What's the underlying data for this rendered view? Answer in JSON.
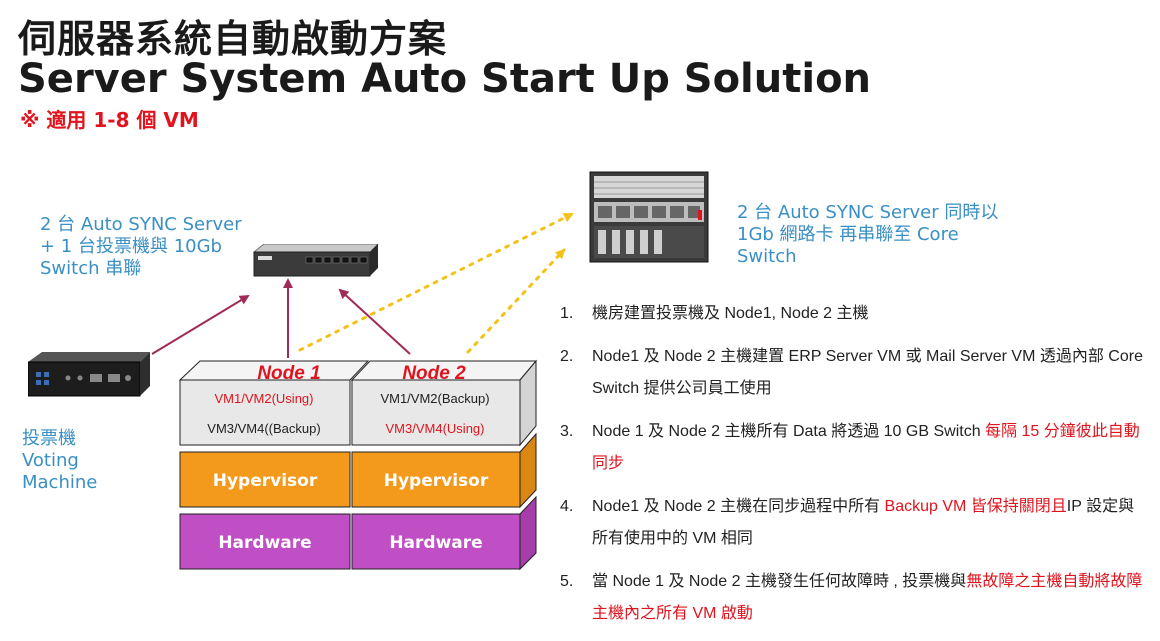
{
  "title": {
    "zh": "伺服器系統自動啟動方案",
    "en": "Server System Auto Start Up Solution",
    "applicable": "※ 適用 1-8 個 VM"
  },
  "notes": {
    "left": [
      "2 台 Auto SYNC Server",
      "+ 1 台投票機與 10Gb",
      "Switch 串聯"
    ],
    "right": [
      "2 台 Auto SYNC Server  同時以",
      "1Gb  網路卡 再串聯至 Core",
      "Switch"
    ],
    "voting": [
      "投票機",
      "Voting",
      "Machine"
    ]
  },
  "nodes": [
    {
      "name": "Node 1",
      "vm_top": "VM1/VM2(Using)",
      "vm_bottom": "VM3/VM4((Backup)",
      "hypervisor": "Hypervisor",
      "hardware": "Hardware"
    },
    {
      "name": "Node 2",
      "vm_top": "VM1/VM2(Backup)",
      "vm_bottom": "VM3/VM4(Using)",
      "hypervisor": "Hypervisor",
      "hardware": "Hardware"
    }
  ],
  "steps": [
    {
      "num": "1.",
      "parts": [
        {
          "t": "機房建置投票機及 Node1, Node 2 主機",
          "red": false
        }
      ]
    },
    {
      "num": "2.",
      "parts": [
        {
          "t": "Node1 及  Node 2 主機建置 ERP Server VM 或 Mail Server VM 透過內部 Core Switch 提供公司員工使用",
          "red": false
        }
      ]
    },
    {
      "num": "3.",
      "parts": [
        {
          "t": "Node 1 及  Node 2 主機所有 Data  將透過 10 GB Switch  ",
          "red": false
        },
        {
          "t": "每隔 15 分鐘彼此自動同步",
          "red": true
        }
      ]
    },
    {
      "num": "4.",
      "parts": [
        {
          "t": "Node1 及 Node 2 主機在同步過程中所有 ",
          "red": false
        },
        {
          "t": "Backup VM 皆保持關閉且",
          "red": true
        },
        {
          "t": "IP 設定與所有使用中的 VM 相同",
          "red": false
        }
      ]
    },
    {
      "num": "5.",
      "parts": [
        {
          "t": "當 Node 1 及  Node 2 主機發生任何故障時 , 投票機與",
          "red": false
        },
        {
          "t": "無故障之主機自動將故障主機內之所有 VM 啟動",
          "red": true
        }
      ]
    }
  ],
  "colors": {
    "hypervisor": "#f39a1c",
    "hardware": "#c04fc6",
    "vm_layer": "#e8e8e8",
    "accent_red": "#e0141e",
    "note_blue": "#3a8fc4",
    "arrow": "#a02a58",
    "dotted": "#f2c21a"
  }
}
